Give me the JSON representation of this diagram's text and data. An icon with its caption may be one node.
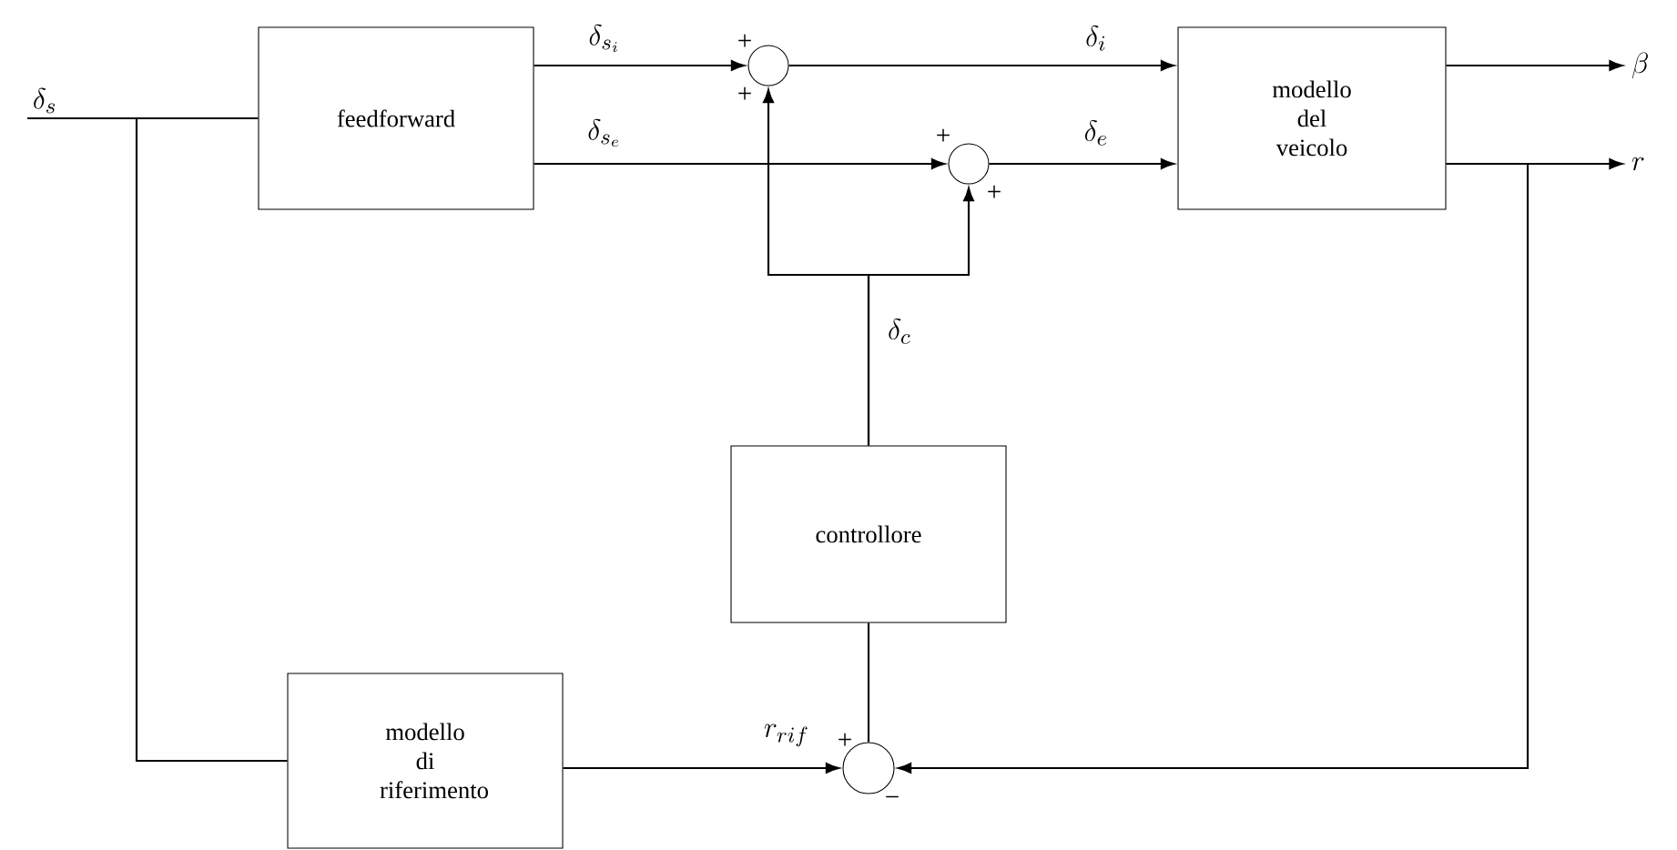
{
  "diagram": {
    "nodes": [
      {
        "text": [
          "\\delta_s"
        ]
      },
      {
        "text": [
          "feedforward"
        ]
      },
      {
        "text": [],
        "shape": "circle"
      },
      {
        "text": [],
        "shape": "circle"
      },
      {
        "text": [
          "modello del veicolo"
        ]
      },
      {
        "text": [
          "\\beta"
        ]
      },
      {
        "text": [
          "r"
        ]
      },
      {
        "text": [
          "controllore"
        ]
      },
      {
        "text": [
          "modello di riferimento"
        ]
      },
      {
        "text": [],
        "shape": "circle"
      }
    ],
    "edges": [
      {
        "from": 0,
        "to": 1,
        "arrow": "none"
      },
      {
        "from": 0,
        "to": 8,
        "arrow": "none"
      },
      {
        "from": 1,
        "to": 2,
        "arrow": "to",
        "label": "\\delta_{s_i}"
      },
      {
        "from": 1,
        "to": 3,
        "arrow": "to",
        "label": "\\delta_{s_e}"
      },
      {
        "from": 2,
        "to": 4,
        "arrow": "to",
        "label": "\\delta_i"
      },
      {
        "from": 3,
        "to": 4,
        "arrow": "to",
        "label": "\\delta_e"
      },
      {
        "from": 4,
        "to": 5,
        "arrow": "to"
      },
      {
        "from": 4,
        "to": 6,
        "arrow": "to"
      },
      {
        "from": 7,
        "to": 2,
        "arrow": "to",
        "label": "\\delta_c"
      },
      {
        "from": 7,
        "to": 3,
        "arrow": "to"
      },
      {
        "from": 8,
        "to": 9,
        "arrow": "to",
        "label": "r_{rif}"
      },
      {
        "from": 4,
        "to": 9,
        "arrow": "to"
      },
      {
        "from": 9,
        "to": 7,
        "arrow": "none"
      }
    ],
    "labels": [
      "+",
      "+",
      "+",
      "+",
      "+",
      "−"
    ]
  }
}
